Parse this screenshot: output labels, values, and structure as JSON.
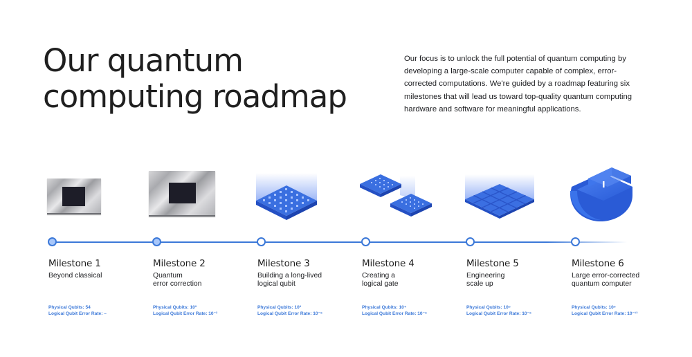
{
  "header": {
    "title_line1": "Our quantum",
    "title_line2": "computing roadmap",
    "intro": "Our focus is to unlock the full potential of quantum computing by developing a large-scale computer capable of complex, error-corrected computations. We're guided by a roadmap featuring six milestones that will lead us toward top-quality quantum computing hardware and software for meaningful applications."
  },
  "colors": {
    "accent": "#3b78d8",
    "completed_node_fill": "#a8c7fa",
    "text": "#202124"
  },
  "milestones": [
    {
      "title": "Milestone 1",
      "desc_line1": "Beyond classical",
      "desc_line2": "",
      "qubits": "Physical Qubits: 54",
      "error": "Logical Qubit Error Rate: –",
      "status": "completed",
      "visual": "silver-processor-chip"
    },
    {
      "title": "Milestone 2",
      "desc_line1": "Quantum",
      "desc_line2": "error correction",
      "qubits": "Physical Qubits: 10²",
      "error": "Logical Qubit Error Rate: 10⁻²",
      "status": "completed",
      "visual": "silver-processor-chip-large"
    },
    {
      "title": "Milestone 3",
      "desc_line1": "Building a long-lived",
      "desc_line2": "logical qubit",
      "qubits": "Physical Qubits: 10³",
      "error": "Logical Qubit Error Rate: 10⁻⁶",
      "status": "upcoming",
      "visual": "blue-qubit-tile"
    },
    {
      "title": "Milestone 4",
      "desc_line1": "Creating a",
      "desc_line2": "logical gate",
      "qubits": "Physical Qubits: 10⁴",
      "error": "Logical Qubit Error Rate: 10⁻⁶",
      "status": "upcoming",
      "visual": "two-linked-blue-tiles"
    },
    {
      "title": "Milestone 5",
      "desc_line1": "Engineering",
      "desc_line2": "scale up",
      "qubits": "Physical Qubits: 10⁵",
      "error": "Logical Qubit Error Rate: 10⁻⁶",
      "status": "upcoming",
      "visual": "blue-tile-grid"
    },
    {
      "title": "Milestone 6",
      "desc_line1": "Large error-corrected",
      "desc_line2": "quantum computer",
      "qubits": "Physical Qubits: 10⁶",
      "error": "Logical Qubit Error Rate: 10⁻¹³",
      "status": "upcoming",
      "visual": "blue-cryostat-section"
    }
  ]
}
